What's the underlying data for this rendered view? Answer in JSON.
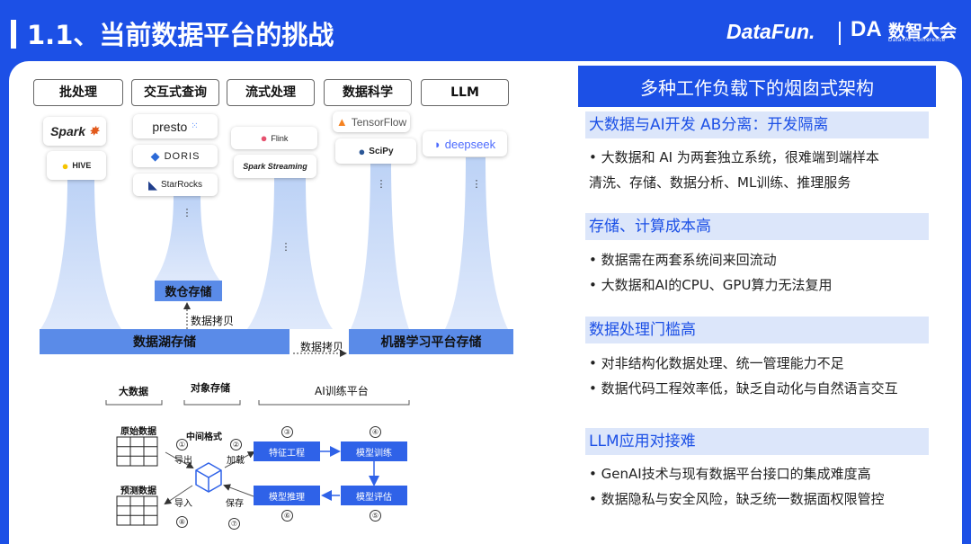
{
  "title": "1.1、当前数据平台的挑战",
  "logos": {
    "datafun": "DataFun.",
    "da": "DA",
    "da_name": "数智大会",
    "da_sub": "Data+AI Conference"
  },
  "categories": [
    "批处理",
    "交互式查询",
    "流式处理",
    "数据科学",
    "LLM"
  ],
  "engines": {
    "spark": "Spark",
    "hive": "HIVE",
    "presto": "presto",
    "doris": "DORIS",
    "starrocks": "StarRocks",
    "flink": "Flink",
    "spark_streaming": "Spark Streaming",
    "tensorflow": "TensorFlow",
    "scipy": "SciPy",
    "deepseek": "deepseek"
  },
  "storage": {
    "warehouse": "数仓存储",
    "lake": "数据湖存储",
    "ml": "机器学习平台存储",
    "copy1": "数据拷贝",
    "copy2": "数据拷贝"
  },
  "flow": {
    "bigdata": "大数据",
    "object_storage": "对象存储",
    "ai_platform": "AI训练平台",
    "raw_data": "原始数据",
    "pred_data": "预测数据",
    "mid_format": "中间格式",
    "export": "导出",
    "load": "加载",
    "import": "导入",
    "save": "保存",
    "feature": "特征工程",
    "train": "模型训练",
    "inference": "模型推理",
    "eval": "模型评估",
    "nums": [
      "①",
      "②",
      "③",
      "④",
      "⑤",
      "⑥",
      "⑦",
      "⑧"
    ]
  },
  "right": {
    "header": "多种工作负载下的烟囱式架构",
    "sections": [
      {
        "title": "大数据与AI开发 AB分离：开发隔离",
        "lines": [
          "• 大数据和 AI 为两套独立系统，很难端到端样本",
          "清洗、存储、数据分析、ML训练、推理服务"
        ]
      },
      {
        "title": "存储、计算成本高",
        "lines": [
          "• 数据需在两套系统间来回流动",
          "• 大数据和AI的CPU、GPU算力无法复用"
        ]
      },
      {
        "title": "数据处理门槛高",
        "lines": [
          "• 对非结构化数据处理、统一管理能力不足",
          "• 数据代码工程效率低，缺乏自动化与自然语言交互"
        ]
      },
      {
        "title": "LLM应用对接难",
        "lines": [
          "• GenAI技术与现有数据平台接口的集成难度高",
          "• 数据隐私与安全风险，缺乏统一数据面权限管控"
        ]
      }
    ]
  },
  "colors": {
    "brand": "#1c50e6",
    "storage": "#5a8be8",
    "section_bg": "#dce6fa"
  }
}
